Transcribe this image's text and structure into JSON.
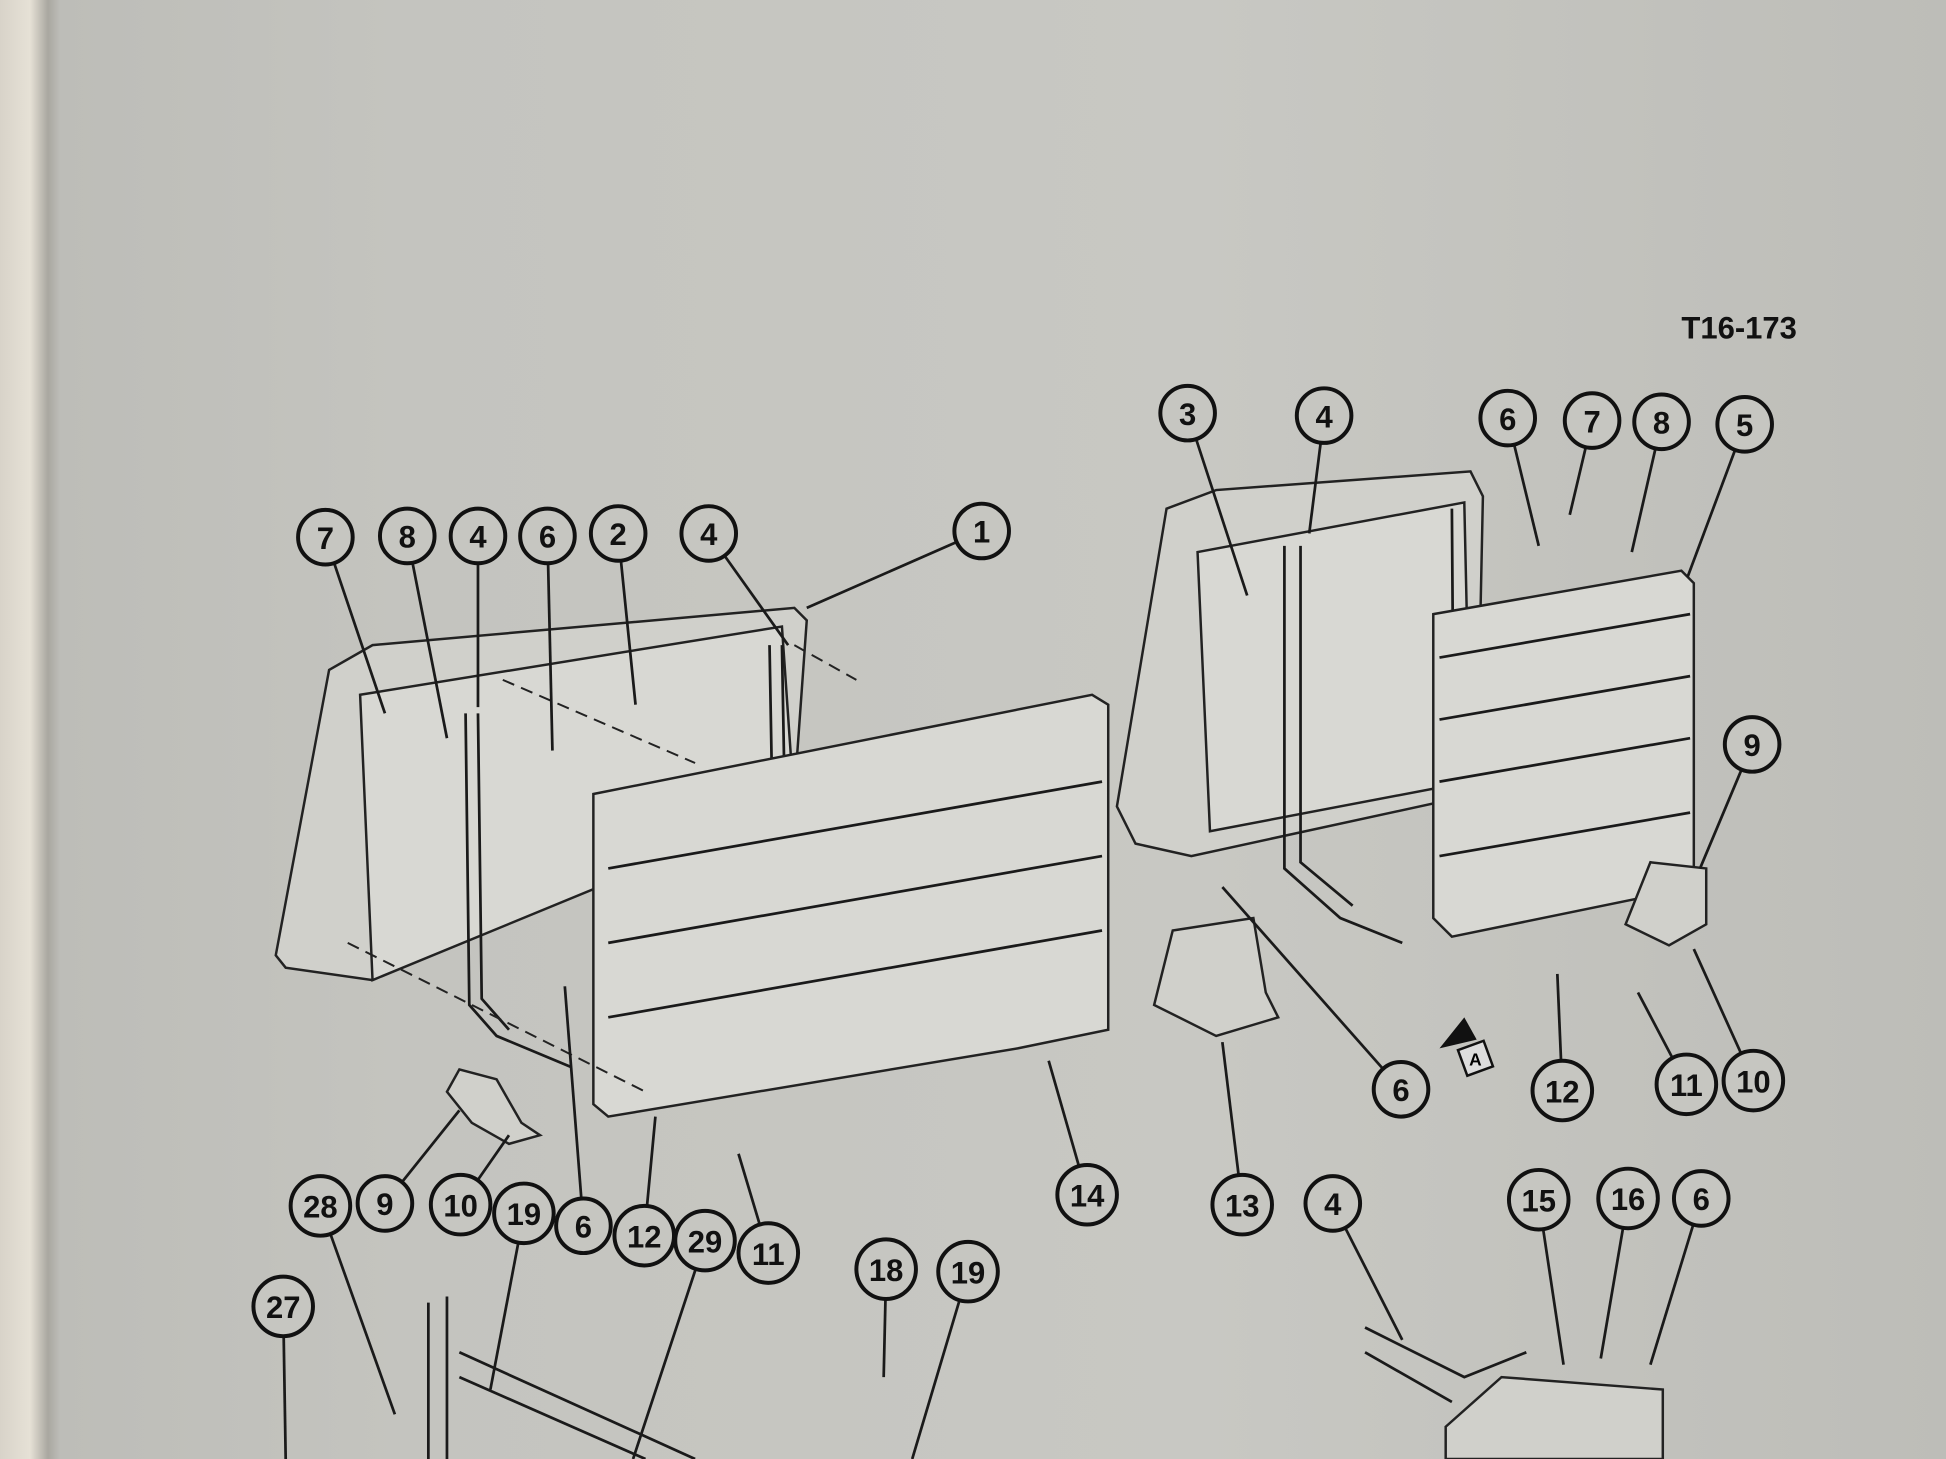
{
  "figure": {
    "figure_id": "T16-173",
    "callouts": [
      "7",
      "8",
      "4",
      "6",
      "2",
      "4",
      "1",
      "3",
      "4",
      "6",
      "7",
      "8",
      "5",
      "9",
      "14",
      "13",
      "4",
      "6",
      "12",
      "11",
      "10",
      "9",
      "10",
      "28",
      "19",
      "6",
      "12",
      "29",
      "11",
      "27",
      "18",
      "19",
      "15",
      "16",
      "6"
    ],
    "view_marker": "A"
  }
}
